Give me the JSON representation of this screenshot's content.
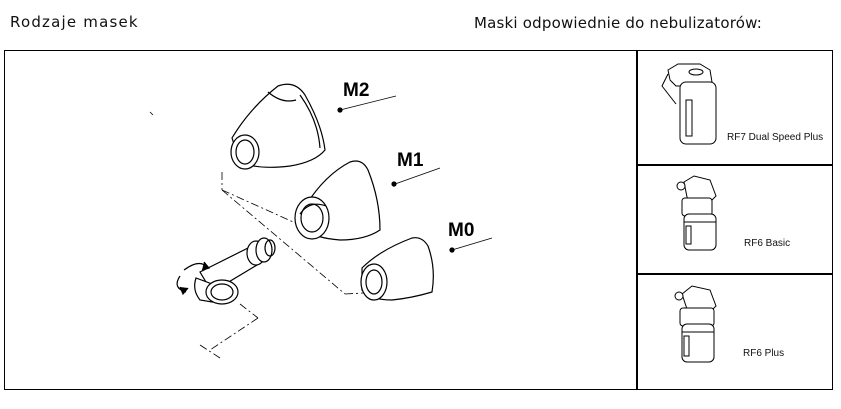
{
  "header": {
    "left_title": "Rodzaje masek",
    "right_title": "Maski odpowiednie do nebulizatorów:"
  },
  "masks": {
    "m2": "M2",
    "m1": "M1",
    "m0": "M0"
  },
  "nebulizers": [
    {
      "label": "RF7 Dual Speed Plus",
      "icon": "nebulizer-rf7-icon"
    },
    {
      "label": "RF6 Basic",
      "icon": "nebulizer-rf6-basic-icon"
    },
    {
      "label": "RF6 Plus",
      "icon": "nebulizer-rf6-plus-icon"
    }
  ],
  "icons": [
    "rotate-arrows-icon",
    "mask-m2-icon",
    "mask-m1-icon",
    "mask-m0-icon",
    "connector-icon"
  ]
}
